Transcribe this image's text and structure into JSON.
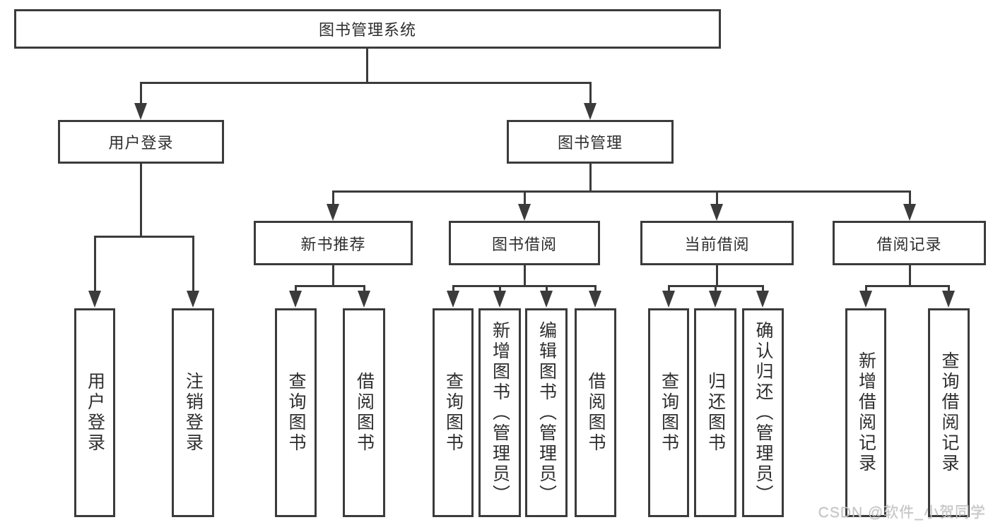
{
  "colors": {
    "line": "#3b3b3b",
    "box_border": "#3b3b3b",
    "box_fill": "#ffffff",
    "text": "#2e2e2e",
    "watermark": "#c5c5c5",
    "background": "#ffffff"
  },
  "watermark": {
    "text": "CSDN @软件_小贺同学"
  },
  "tree": {
    "label": "图书管理系统",
    "children": [
      {
        "label": "用户登录",
        "children": [
          {
            "label": "用户登录"
          },
          {
            "label": "注销登录"
          }
        ]
      },
      {
        "label": "图书管理",
        "children": [
          {
            "label": "新书推荐",
            "children": [
              {
                "label": "查询图书"
              },
              {
                "label": "借阅图书"
              }
            ]
          },
          {
            "label": "图书借阅",
            "children": [
              {
                "label": "查询图书"
              },
              {
                "label": "新增图书（管理员）"
              },
              {
                "label": "编辑图书（管理员）"
              },
              {
                "label": "借阅图书"
              }
            ]
          },
          {
            "label": "当前借阅",
            "children": [
              {
                "label": "查询图书"
              },
              {
                "label": "归还图书"
              },
              {
                "label": "确认归还（管理员）"
              }
            ]
          },
          {
            "label": "借阅记录",
            "children": [
              {
                "label": "新增借阅记录"
              },
              {
                "label": "查询借阅记录"
              }
            ]
          }
        ]
      }
    ]
  }
}
